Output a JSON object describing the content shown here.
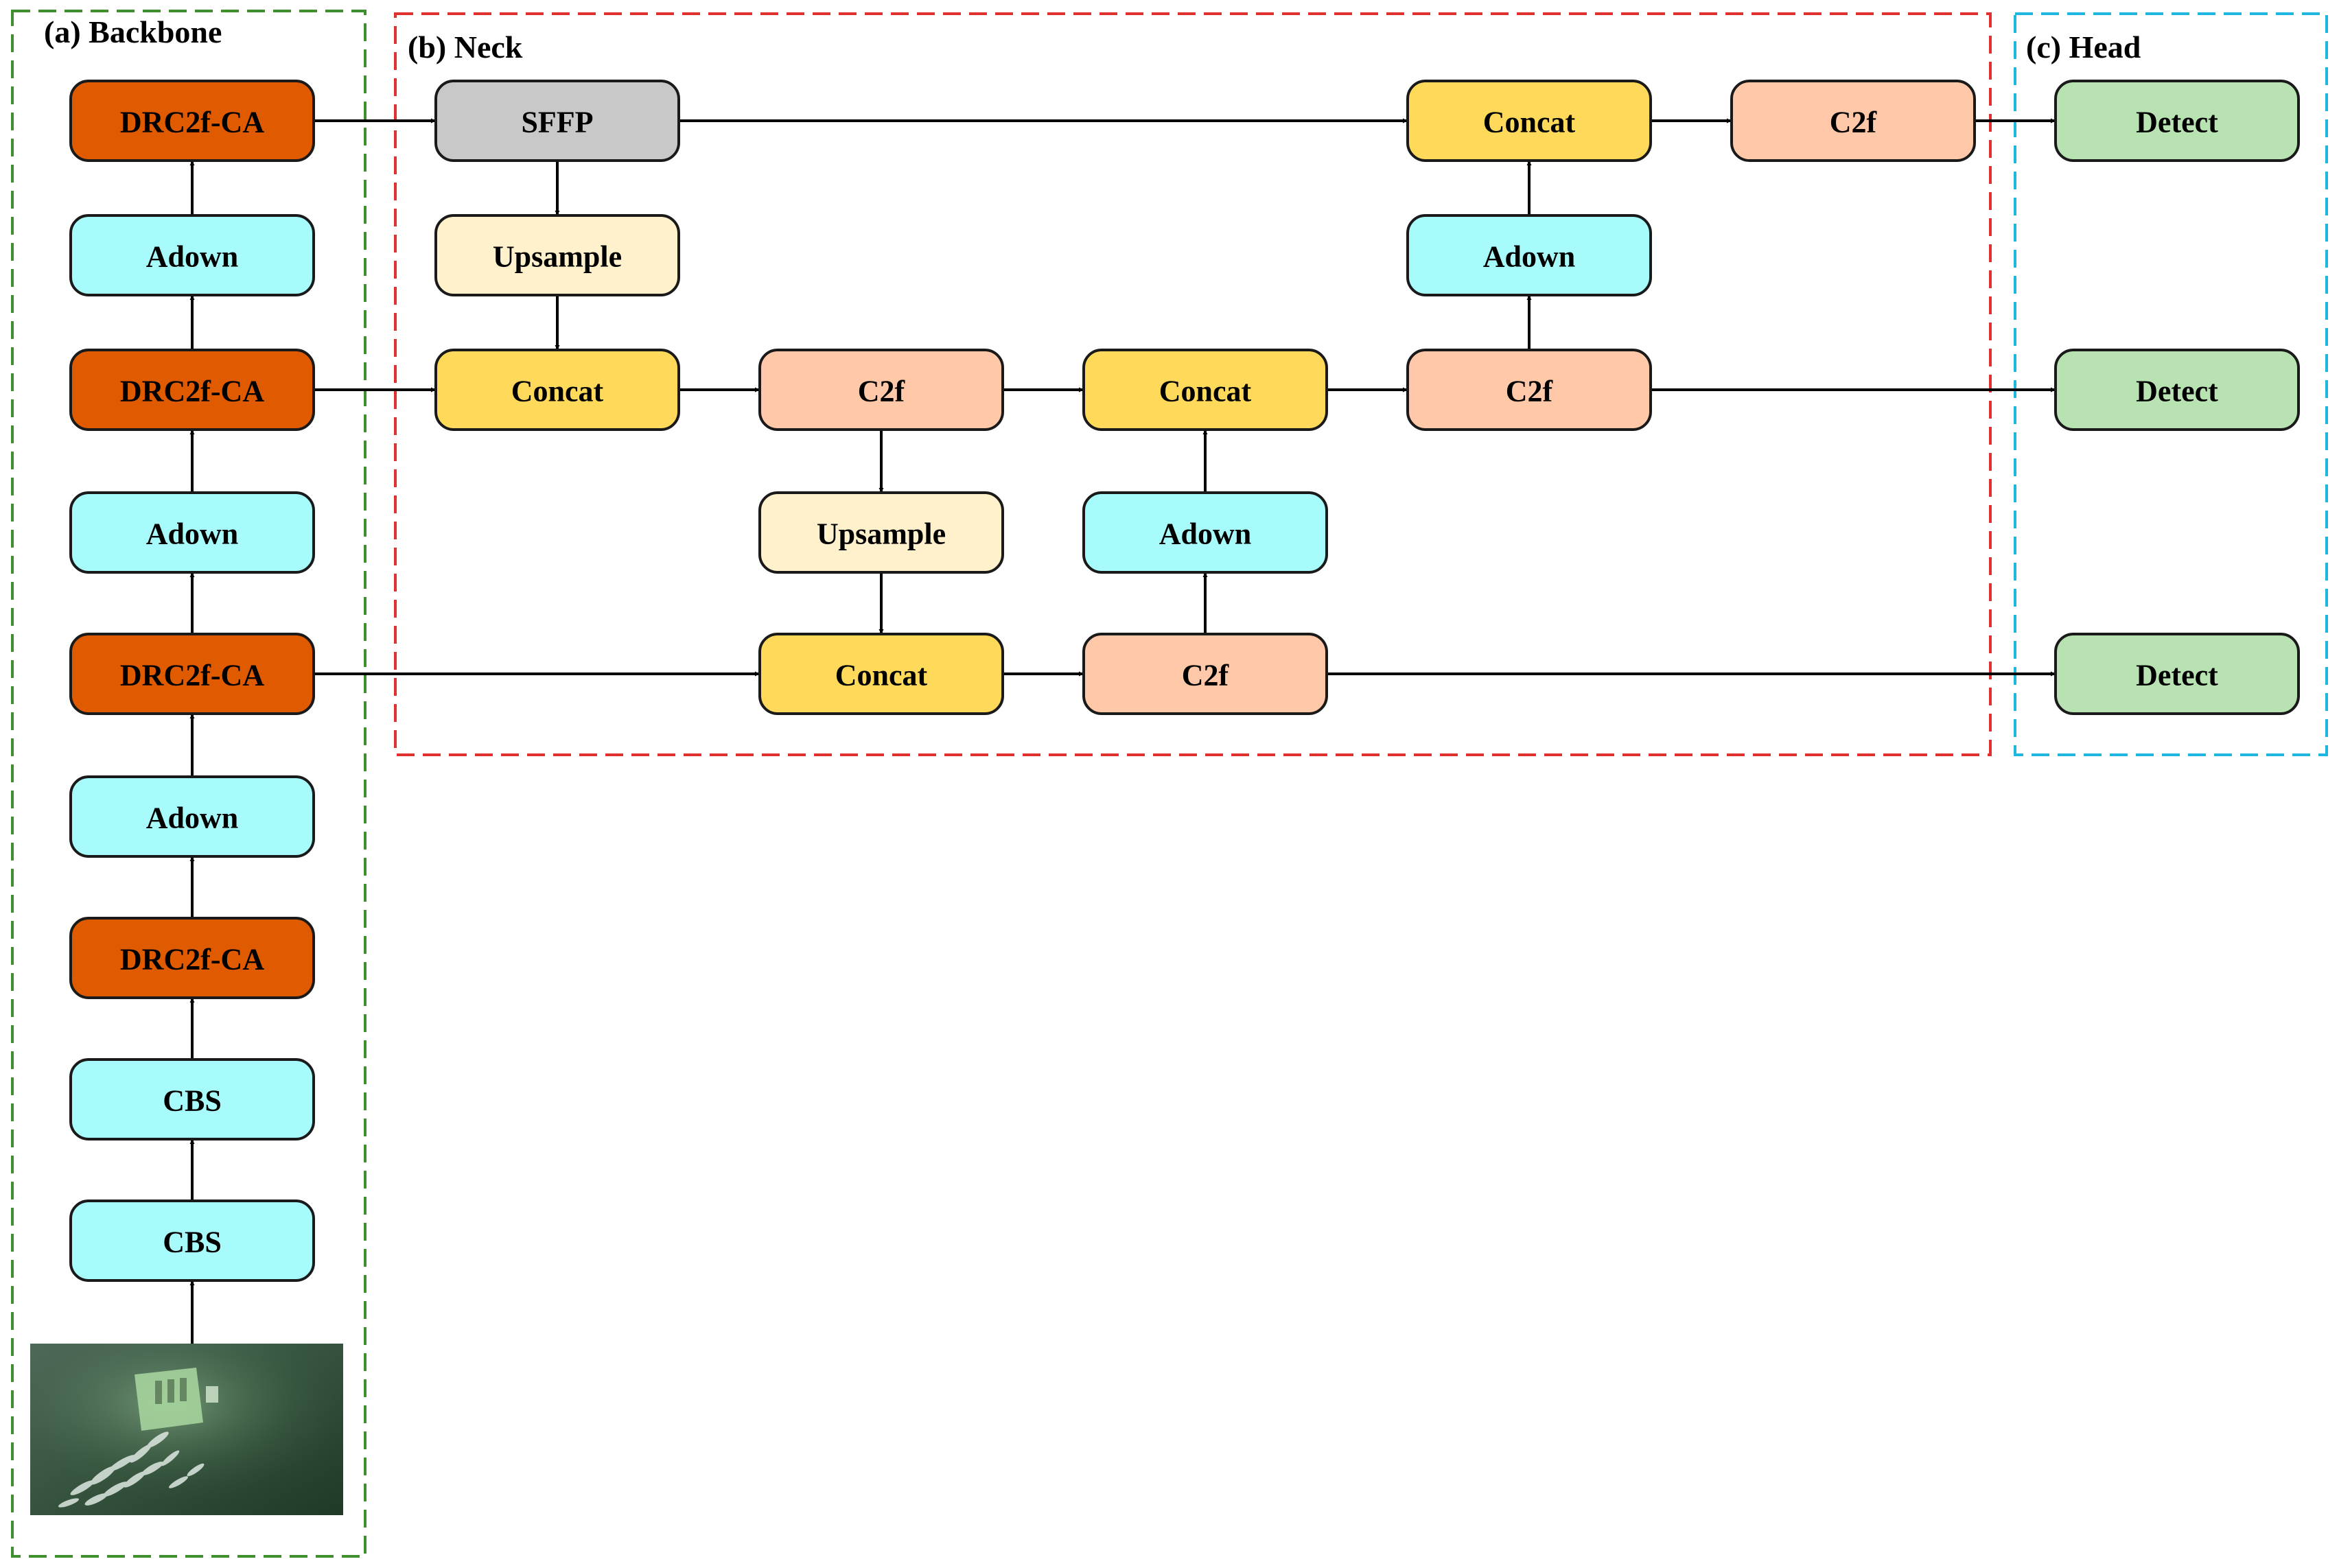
{
  "sections": {
    "backbone": {
      "title": "(a) Backbone",
      "color": "#3f8f2f"
    },
    "neck": {
      "title": "(b) Neck",
      "color": "#e03030"
    },
    "head": {
      "title": "(c) Head",
      "color": "#1fb6e0"
    }
  },
  "colors": {
    "drc2f": "#e05a00",
    "adown": "#a8fbfb",
    "cbs": "#a8fbfb",
    "sffp": "#c8c8c8",
    "upsample": "#fff1cc",
    "concat": "#ffd95a",
    "c2f": "#ffc8a8",
    "detect": "#b8e2b2"
  },
  "input_image": {
    "name": "underwater-input-image",
    "description_icon": "fish-school-photo"
  },
  "nodes": {
    "b_drc1": {
      "label": "DRC2f-CA",
      "kind": "drc2f"
    },
    "b_adown1": {
      "label": "Adown",
      "kind": "adown"
    },
    "b_drc2": {
      "label": "DRC2f-CA",
      "kind": "drc2f"
    },
    "b_adown2": {
      "label": "Adown",
      "kind": "adown"
    },
    "b_drc3": {
      "label": "DRC2f-CA",
      "kind": "drc2f"
    },
    "b_adown3": {
      "label": "Adown",
      "kind": "adown"
    },
    "b_drc4": {
      "label": "DRC2f-CA",
      "kind": "drc2f"
    },
    "b_cbs1": {
      "label": "CBS",
      "kind": "cbs"
    },
    "b_cbs2": {
      "label": "CBS",
      "kind": "cbs"
    },
    "n_sffp": {
      "label": "SFFP",
      "kind": "sffp"
    },
    "n_up1": {
      "label": "Upsample",
      "kind": "upsample"
    },
    "n_concat1": {
      "label": "Concat",
      "kind": "concat"
    },
    "n_c2f1": {
      "label": "C2f",
      "kind": "c2f"
    },
    "n_up2": {
      "label": "Upsample",
      "kind": "upsample"
    },
    "n_concat2": {
      "label": "Concat",
      "kind": "concat"
    },
    "n_c2f2": {
      "label": "C2f",
      "kind": "c2f"
    },
    "n_adown1": {
      "label": "Adown",
      "kind": "adown"
    },
    "n_concat3": {
      "label": "Concat",
      "kind": "concat"
    },
    "n_c2f3": {
      "label": "C2f",
      "kind": "c2f"
    },
    "n_adown2": {
      "label": "Adown",
      "kind": "adown"
    },
    "n_concat4": {
      "label": "Concat",
      "kind": "concat"
    },
    "n_c2f4": {
      "label": "C2f",
      "kind": "c2f"
    },
    "h_det1": {
      "label": "Detect",
      "kind": "detect"
    },
    "h_det2": {
      "label": "Detect",
      "kind": "detect"
    },
    "h_det3": {
      "label": "Detect",
      "kind": "detect"
    }
  },
  "edges": [
    [
      "image",
      "b_cbs2"
    ],
    [
      "b_cbs2",
      "b_cbs1"
    ],
    [
      "b_cbs1",
      "b_drc4"
    ],
    [
      "b_drc4",
      "b_adown3"
    ],
    [
      "b_adown3",
      "b_drc3"
    ],
    [
      "b_drc3",
      "b_adown2"
    ],
    [
      "b_adown2",
      "b_drc2"
    ],
    [
      "b_drc2",
      "b_adown1"
    ],
    [
      "b_adown1",
      "b_drc1"
    ],
    [
      "b_drc1",
      "n_sffp"
    ],
    [
      "n_sffp",
      "n_up1"
    ],
    [
      "n_up1",
      "n_concat1"
    ],
    [
      "b_drc2",
      "n_concat1"
    ],
    [
      "n_concat1",
      "n_c2f1"
    ],
    [
      "n_c2f1",
      "n_up2"
    ],
    [
      "n_up2",
      "n_concat2"
    ],
    [
      "b_drc3",
      "n_concat2"
    ],
    [
      "n_concat2",
      "n_c2f2"
    ],
    [
      "n_c2f2",
      "n_adown1"
    ],
    [
      "n_adown1",
      "n_concat3"
    ],
    [
      "n_c2f1",
      "n_concat3"
    ],
    [
      "n_concat3",
      "n_c2f3"
    ],
    [
      "n_c2f3",
      "n_adown2"
    ],
    [
      "n_adown2",
      "n_concat4"
    ],
    [
      "n_sffp",
      "n_concat4"
    ],
    [
      "n_concat4",
      "n_c2f4"
    ],
    [
      "n_c2f4",
      "h_det1"
    ],
    [
      "n_c2f3",
      "h_det2"
    ],
    [
      "n_c2f2",
      "h_det3"
    ]
  ]
}
